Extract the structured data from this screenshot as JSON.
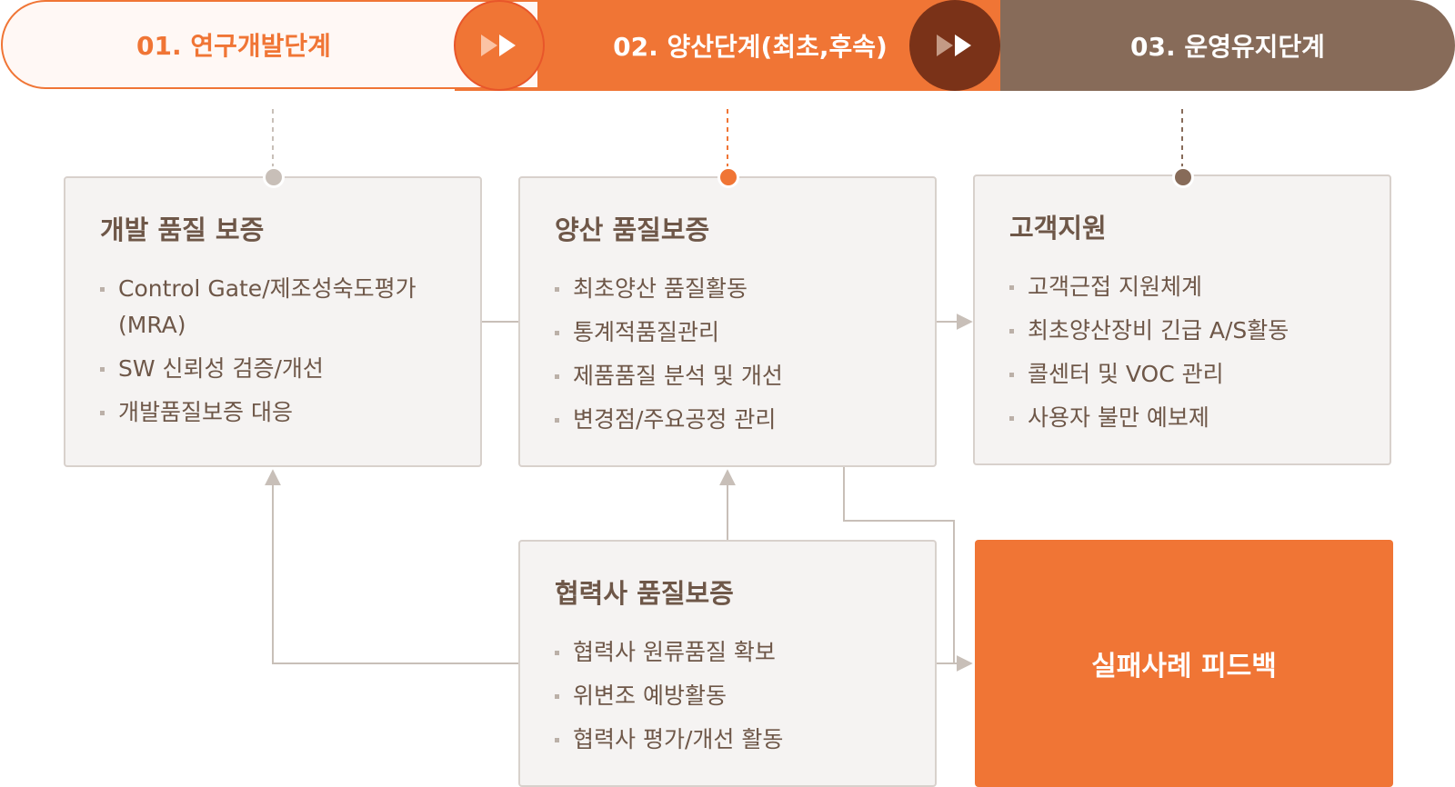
{
  "phases": [
    {
      "label": "01. 연구개발단계"
    },
    {
      "label": "02. 양산단계(최초,후속)"
    },
    {
      "label": "03. 운영유지단계"
    }
  ],
  "boxes": {
    "dev": {
      "title": "개발 품질 보증",
      "items": [
        "Control Gate/제조성숙도평가 (MRA)",
        "SW 신뢰성 검증/개선",
        "개발품질보증 대응"
      ]
    },
    "mass": {
      "title": "양산 품질보증",
      "items": [
        "최초양산 품질활동",
        "통계적품질관리",
        "제품품질 분석 및 개선",
        "변경점/주요공정 관리"
      ]
    },
    "customer": {
      "title": "고객지원",
      "items": [
        "고객근접 지원체계",
        "최초양산장비 긴급 A/S활동",
        "콜센터 및 VOC 관리",
        "사용자 불만 예보제"
      ]
    },
    "partner": {
      "title": "협력사 품질보증",
      "items": [
        "협력사 원류품질 확보",
        "위변조 예방활동",
        "협력사 평가/개선 활동"
      ]
    }
  },
  "feedback": {
    "label": "실패사례 피드백"
  },
  "colors": {
    "orange": "#f07535",
    "brown": "#876b59",
    "dark_brown": "#7a3218",
    "box_bg": "#f5f3f2",
    "text": "#6e5748",
    "line": "#c8bfb8"
  }
}
